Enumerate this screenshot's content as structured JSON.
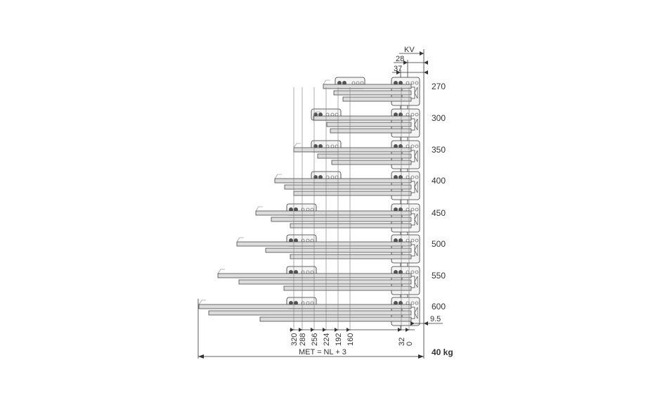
{
  "header_dims": {
    "kv": "KV",
    "d28": "28",
    "d37": "37"
  },
  "runner_lengths": [
    "270",
    "300",
    "350",
    "400",
    "450",
    "500",
    "550",
    "600"
  ],
  "bottom_ticks": [
    "320",
    "288",
    "256",
    "224",
    "192",
    "160",
    "32",
    "0"
  ],
  "offset_label": "9.5",
  "met_formula": "MET = NL + 3",
  "load_label": "40 kg",
  "colors": {
    "line": "#333333",
    "rail_fill": "#dcdcdc",
    "bracket_fill": "#f4f4f4",
    "hole": "#555555"
  }
}
